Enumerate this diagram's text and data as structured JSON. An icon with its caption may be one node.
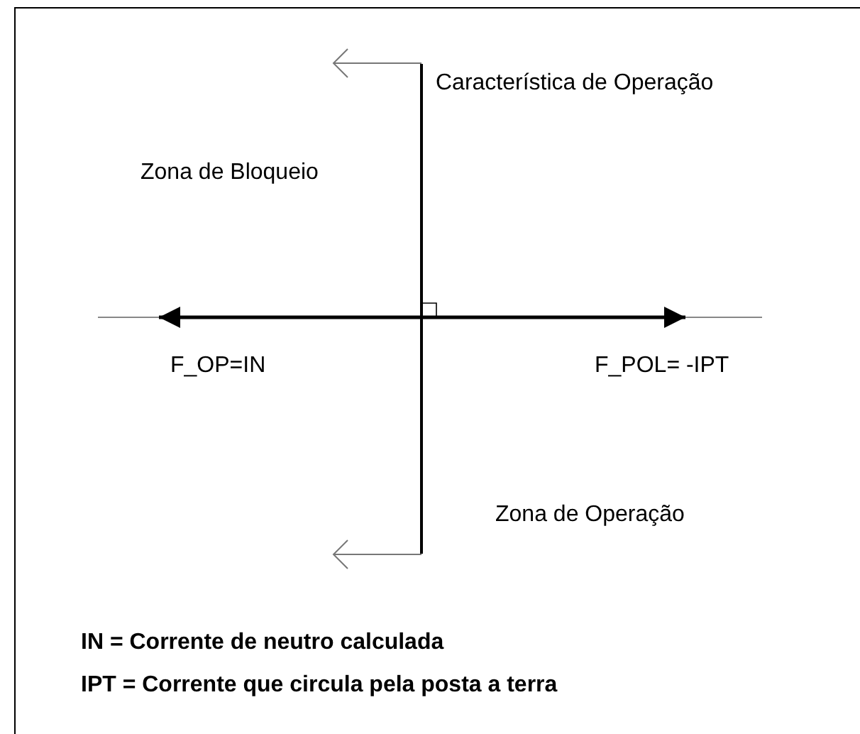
{
  "diagram": {
    "labels": [
      "Característica de Operação",
      "Zona de Bloqueio",
      "F_OP=IN",
      "F_POL= -IPT",
      "Zona de Operação",
      "IN = Corrente de neutro calculada",
      "IPT = Corrente que circula pela posta a terra"
    ]
  }
}
